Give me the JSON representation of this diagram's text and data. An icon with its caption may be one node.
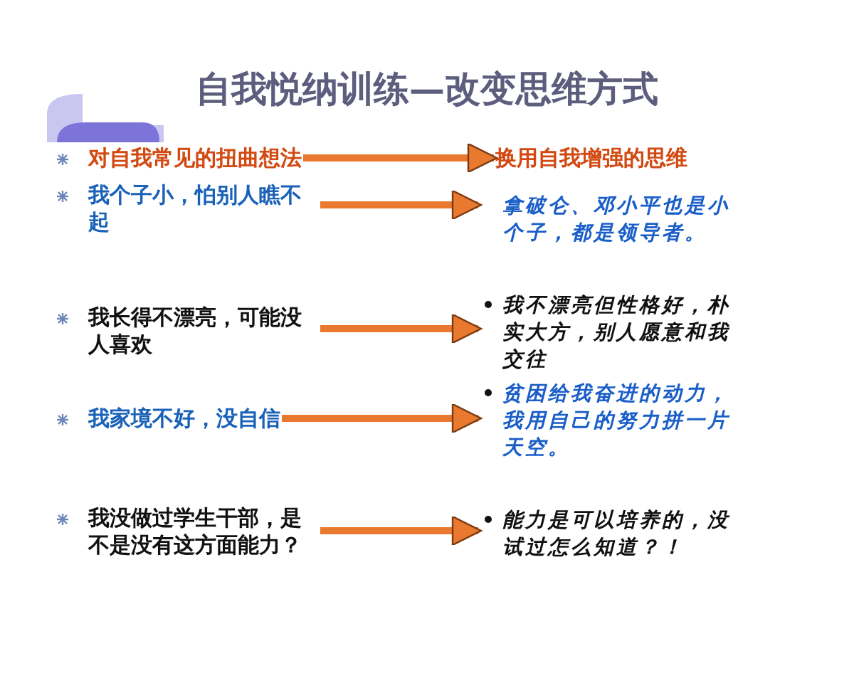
{
  "diagram": {
    "title": "自我悦纳训练—改变思维方式",
    "nodes": [
      {
        "text": [
          "对自我常见的扭曲想法"
        ]
      },
      {
        "text": [
          "换用自我增强的思维"
        ]
      },
      {
        "text": [
          "我个子小，怕别人瞧不起"
        ]
      },
      {
        "text": [
          "拿破仑、邓小平也是小个子，都是领导者。"
        ]
      },
      {
        "text": [
          "我长得不漂亮，可能没人喜欢"
        ]
      },
      {
        "text": [
          "我不漂亮但性格好，朴实大方，别人愿意和我交往"
        ]
      },
      {
        "text": [
          "我家境不好，没自信"
        ]
      },
      {
        "text": [
          "贫困给我奋进的动力，我用自己的努力拼一片天空。"
        ]
      },
      {
        "text": [
          "我没做过学生干部，是不是没有这方面能力？"
        ]
      },
      {
        "text": [
          "能力是可以培养的，没试过怎么知道？！"
        ]
      }
    ],
    "edges": [
      {
        "from": 0,
        "to": 1,
        "arrow": "to"
      },
      {
        "from": 2,
        "to": 3,
        "arrow": "to"
      },
      {
        "from": 4,
        "to": 5,
        "arrow": "to"
      },
      {
        "from": 6,
        "to": 7,
        "arrow": "to"
      },
      {
        "from": 8,
        "to": 9,
        "arrow": "to"
      }
    ]
  }
}
